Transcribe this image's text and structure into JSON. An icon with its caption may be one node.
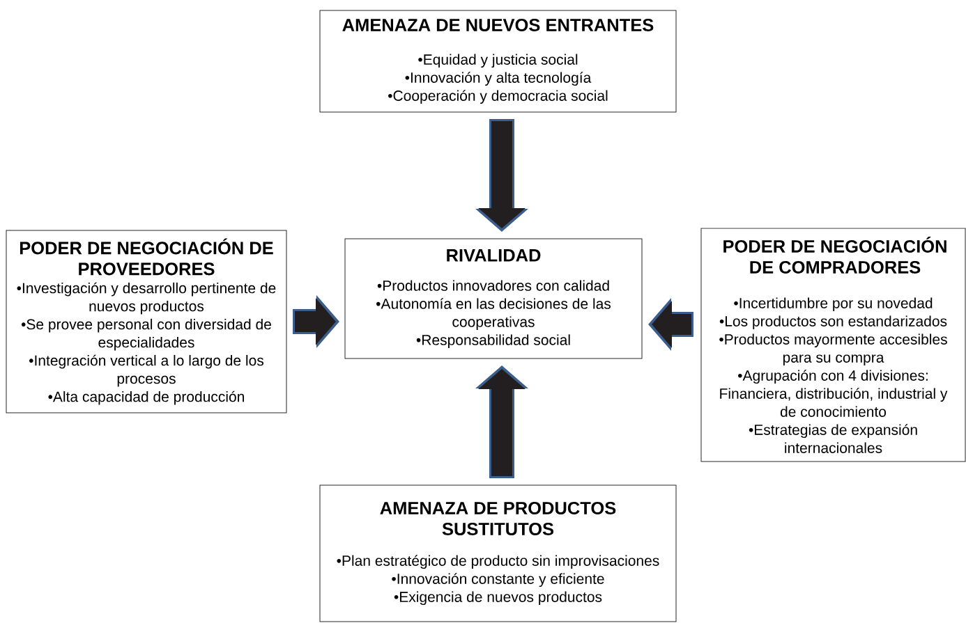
{
  "diagram": {
    "nodes": [
      {
        "text": [
          "AMENAZA DE NUEVOS ENTRANTES",
          "•Equidad y justicia social",
          "•Innovación y alta tecnología",
          "•Cooperación y democracia social"
        ]
      },
      {
        "text": [
          "PODER DE NEGOCIACIÓN DE PROVEEDORES",
          "•Investigación y desarrollo pertinente de nuevos productos",
          "•Se provee personal con diversidad de especialidades",
          "•Integración vertical a lo largo de los procesos",
          "•Alta capacidad de producción"
        ]
      },
      {
        "text": [
          "RIVALIDAD",
          "•Productos innovadores con calidad",
          "•Autonomía en las decisiones de las cooperativas",
          "•Responsabilidad social"
        ]
      },
      {
        "text": [
          "PODER DE NEGOCIACIÓN DE COMPRADORES",
          "•Incertidumbre por su novedad",
          "•Los productos son estandarizados",
          "•Productos mayormente accesibles para su compra",
          "•Agrupación con 4 divisiones: Financiera, distribución, industrial y de conocimiento",
          "•Estrategias de expansión internacionales"
        ]
      },
      {
        "text": [
          "AMENAZA DE PRODUCTOS SUSTITUTOS",
          "•Plan estratégico de producto sin improvisaciones",
          "•Innovación constante y eficiente",
          "•Exigencia de nuevos productos"
        ]
      }
    ],
    "edges": [
      {
        "from": 0,
        "to": 2,
        "arrow": "to"
      },
      {
        "from": 1,
        "to": 2,
        "arrow": "to"
      },
      {
        "from": 3,
        "to": 2,
        "arrow": "to"
      },
      {
        "from": 4,
        "to": 2,
        "arrow": "to"
      }
    ]
  }
}
